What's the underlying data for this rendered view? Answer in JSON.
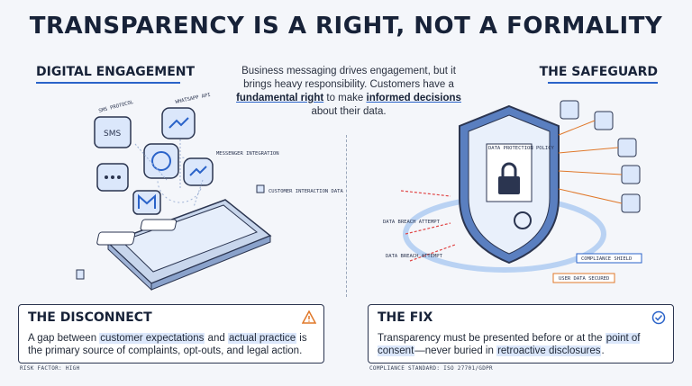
{
  "title": "TRANSPARENCY IS A RIGHT, NOT A FORMALITY",
  "left_section": {
    "label": "DIGITAL ENGAGEMENT",
    "channels": [
      "SMS PROTOCOL",
      "WHATSAPP API",
      "MESSENGER INTEGRATION"
    ],
    "data_tag": "CUSTOMER INTERACTION DATA"
  },
  "intro": {
    "line1": "Business messaging drives engagement, but it brings heavy responsibility.",
    "line2a": "Customers have a ",
    "line2b": "fundamental right",
    "line2c": " to make ",
    "line2d": "informed decisions",
    "line2e": " about their data."
  },
  "right_section": {
    "label": "THE SAFEGUARD",
    "policy_doc": "DATA PROTECTION POLICY",
    "breach1": "DATA BREACH ATTEMPT",
    "breach2": "DATA BREACH ATTEMPT",
    "shield_tag": "COMPLIANCE SHIELD",
    "secured_tag": "USER DATA SECURED"
  },
  "disconnect": {
    "title": "THE DISCONNECT",
    "text1": "A gap between ",
    "hl1": "customer expectations",
    "text2": " and ",
    "hl2": "actual practice",
    "text3": " is the primary source of complaints, opt-outs, and legal action.",
    "footer": "RISK FACTOR: HIGH",
    "icon": "warning-icon"
  },
  "fix": {
    "title": "THE FIX",
    "text1": "Transparency must be presented before or at the ",
    "hl1": "point of consent",
    "text2": "—never buried in ",
    "hl2": "retroactive disclosures",
    "text3": ".",
    "footer": "COMPLIANCE STANDARD: ISO 27701/GDPR",
    "icon": "check-circle-icon"
  },
  "colors": {
    "accent": "#2a63c9",
    "dark": "#172238",
    "warning": "#e0782a",
    "light_blue": "#dbe7fb"
  }
}
